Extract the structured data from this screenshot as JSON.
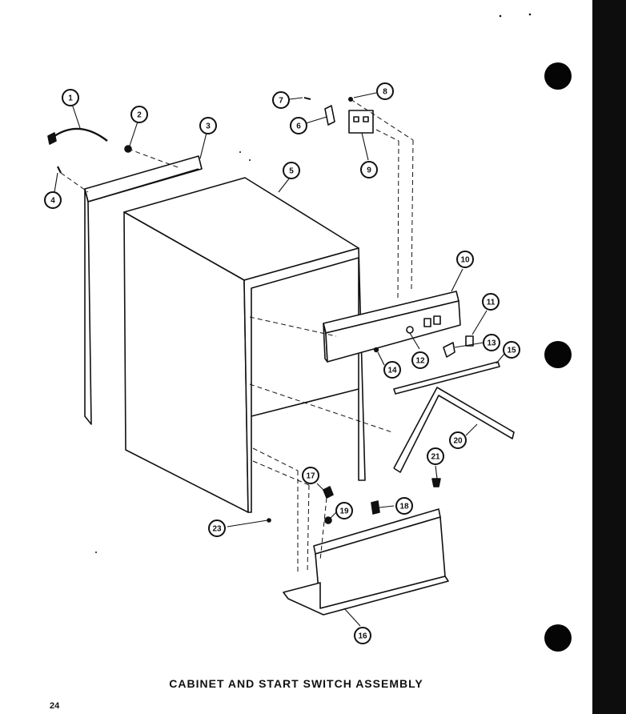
{
  "caption": "CABINET AND START SWITCH ASSEMBLY",
  "page_number": "24",
  "callouts": [
    {
      "number": "1"
    },
    {
      "number": "2"
    },
    {
      "number": "3"
    },
    {
      "number": "4"
    },
    {
      "number": "5"
    },
    {
      "number": "6"
    },
    {
      "number": "7"
    },
    {
      "number": "8"
    },
    {
      "number": "9"
    },
    {
      "number": "10"
    },
    {
      "number": "11"
    },
    {
      "number": "12"
    },
    {
      "number": "13"
    },
    {
      "number": "14"
    },
    {
      "number": "15"
    },
    {
      "number": "16"
    },
    {
      "number": "17"
    },
    {
      "number": "18"
    },
    {
      "number": "19"
    },
    {
      "number": "20"
    },
    {
      "number": "21"
    },
    {
      "number": "23"
    }
  ]
}
